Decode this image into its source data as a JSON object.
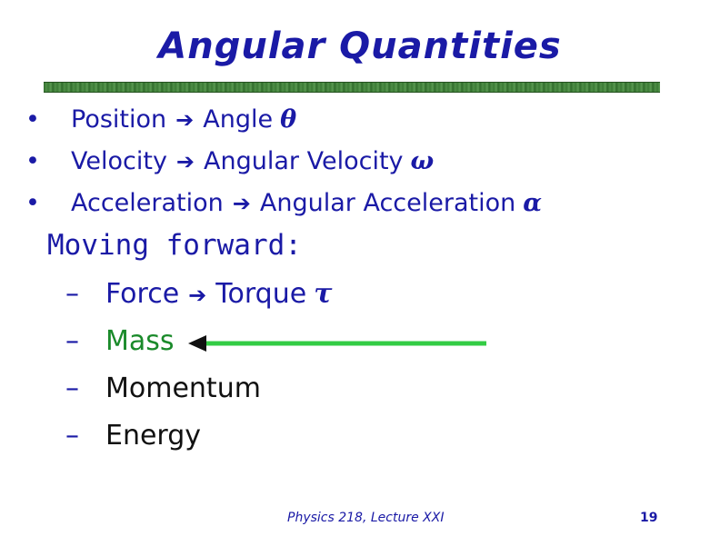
{
  "title": "Angular Quantities",
  "bullets": [
    {
      "from": "Position",
      "to": "Angle",
      "symbol": "θ"
    },
    {
      "from": "Velocity",
      "to": "Angular Velocity",
      "symbol": "ω"
    },
    {
      "from": "Acceleration",
      "to": "Angular Acceleration",
      "symbol": "α"
    }
  ],
  "bullet_glyph": "•",
  "arrow_glyph": "➔",
  "moving_forward": "Moving forward:",
  "dash_glyph": "–",
  "subitems": [
    {
      "text": "Force",
      "to": "Torque",
      "symbol": "τ"
    },
    {
      "text": "Mass"
    },
    {
      "text": "Momentum"
    },
    {
      "text": "Energy"
    }
  ],
  "footer": "Physics 218, Lecture XXI",
  "page_number": "19",
  "colors": {
    "title": "#1a1aa6",
    "mass": "#1a8a2a",
    "arrow_line": "#33cc44",
    "rule": "#3a7a34"
  }
}
